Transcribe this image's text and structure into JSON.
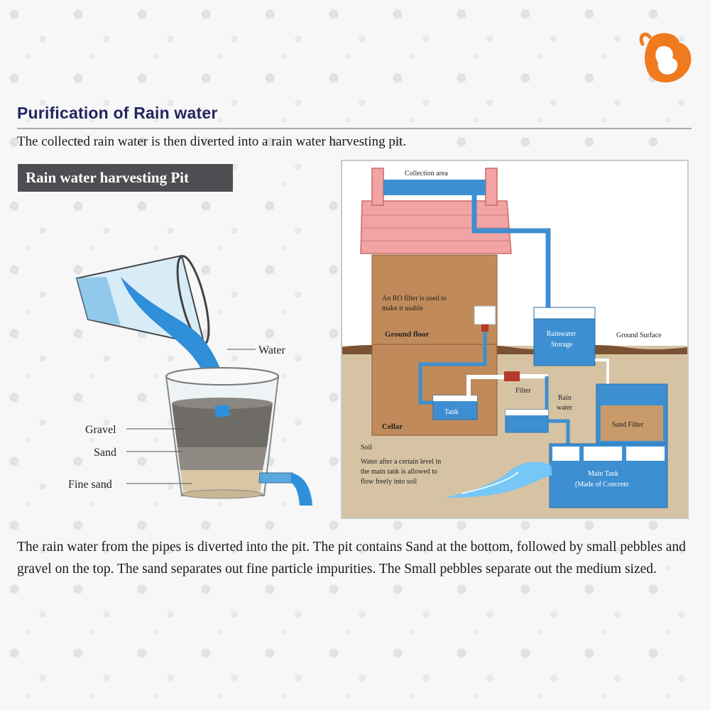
{
  "title": "Purification of Rain water",
  "intro": "The collected rain water is then diverted into a rain water harvesting pit.",
  "pit_label": "Rain water harvesting Pit",
  "glass_labels": {
    "water": "Water",
    "gravel": "Gravel",
    "sand": "Sand",
    "fine_sand": "Fine sand"
  },
  "house_labels": {
    "collection_area": "Collection area",
    "ro_line1": "An RO filter is used to",
    "ro_line2": "make it usable",
    "ground_floor": "Ground floor",
    "rainwater_storage_line1": "Rainwater",
    "rainwater_storage_line2": "Storage",
    "ground_surface": "Ground Surface",
    "filter": "Filter",
    "rain_water_line1": "Rain",
    "rain_water_line2": "water",
    "tank": "Tank",
    "cellar": "Cellar",
    "soil": "Soil",
    "sand_filter": "Sand Filter",
    "soil_note_line1": "Water after a certain level in",
    "soil_note_line2": "the main tank is allowed to",
    "soil_note_line3": "flow freely into soil",
    "main_tank_line1": "Main Tank",
    "main_tank_line2": "(Made of Concrete"
  },
  "bottom_text": "The rain water from the pipes is diverted into the pit. The pit contains Sand at the bottom, followed by small pebbles and gravel on the top. The sand separates out fine particle impurities. The Small pebbles separate out the medium sized.",
  "colors": {
    "title": "#23255e",
    "label_bg": "#4e4e52",
    "water": "#3d8fd1",
    "roof": "#f2a3a3",
    "house": "#c08a5a",
    "soil": "#d6c3a3",
    "logo": "#f07a1e"
  }
}
